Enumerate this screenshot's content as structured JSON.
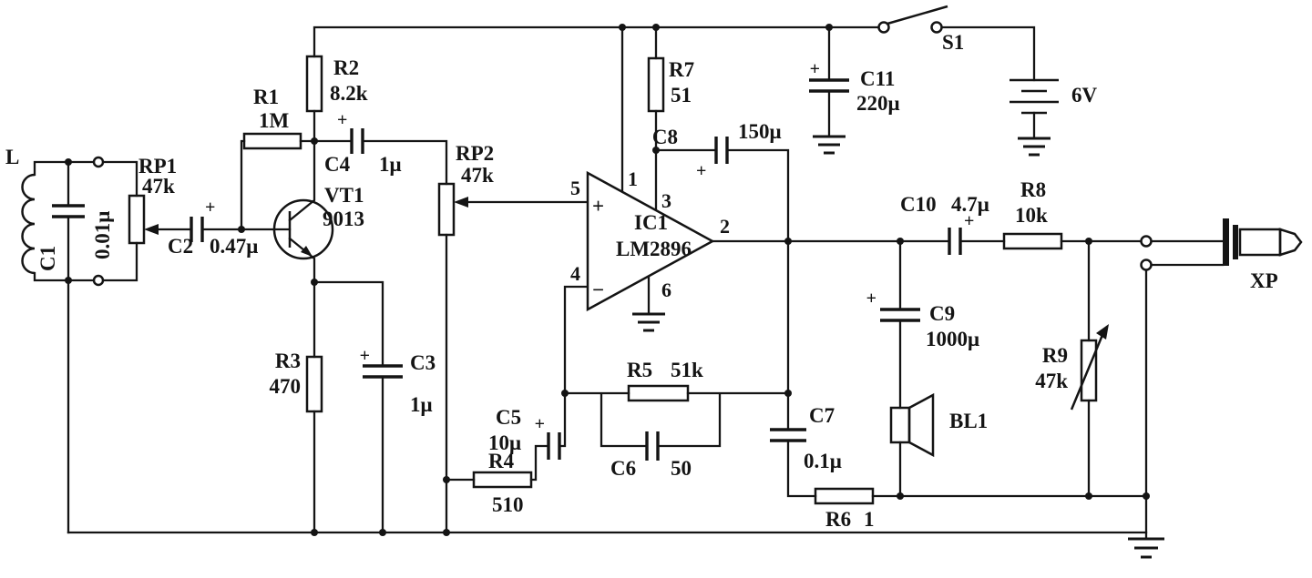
{
  "parts": {
    "L": {
      "ref": "L"
    },
    "C1": {
      "ref": "C1",
      "value": "0.01μ"
    },
    "RP1": {
      "ref": "RP1",
      "value": "47k"
    },
    "C2": {
      "ref": "C2",
      "value": "0.47μ"
    },
    "R1": {
      "ref": "R1",
      "value": "1M"
    },
    "R2": {
      "ref": "R2",
      "value": "8.2k"
    },
    "C4": {
      "ref": "C4",
      "value": "1μ"
    },
    "VT1": {
      "ref": "VT1",
      "value": "9013"
    },
    "R3": {
      "ref": "R3",
      "value": "470"
    },
    "C3": {
      "ref": "C3",
      "value": "1μ"
    },
    "RP2": {
      "ref": "RP2",
      "value": "47k"
    },
    "IC1": {
      "ref": "IC1",
      "value": "LM2896"
    },
    "R7": {
      "ref": "R7",
      "value": "51"
    },
    "C8": {
      "ref": "C8",
      "value": "150μ"
    },
    "C11": {
      "ref": "C11",
      "value": "220μ"
    },
    "S1": {
      "ref": "S1"
    },
    "BT": {
      "ref": "6V"
    },
    "C10": {
      "ref": "C10",
      "value": "4.7μ"
    },
    "R8": {
      "ref": "R8",
      "value": "10k"
    },
    "C9": {
      "ref": "C9",
      "value": "1000μ"
    },
    "BL1": {
      "ref": "BL1"
    },
    "R9": {
      "ref": "R9",
      "value": "47k"
    },
    "XP": {
      "ref": "XP"
    },
    "R5": {
      "ref": "R5",
      "value": "51k"
    },
    "C6": {
      "ref": "C6",
      "value": "50"
    },
    "C5": {
      "ref": "C5",
      "value": "10μ"
    },
    "R4": {
      "ref": "R4",
      "value": "510"
    },
    "C7": {
      "ref": "C7",
      "value": "0.1μ"
    },
    "R6": {
      "ref": "R6",
      "value": "1"
    }
  },
  "ic_pins": {
    "p1": "1",
    "p2": "2",
    "p3": "3",
    "p4": "4",
    "p5": "5",
    "p6": "6"
  },
  "symbols": {
    "plus": "+",
    "minus": "−"
  }
}
